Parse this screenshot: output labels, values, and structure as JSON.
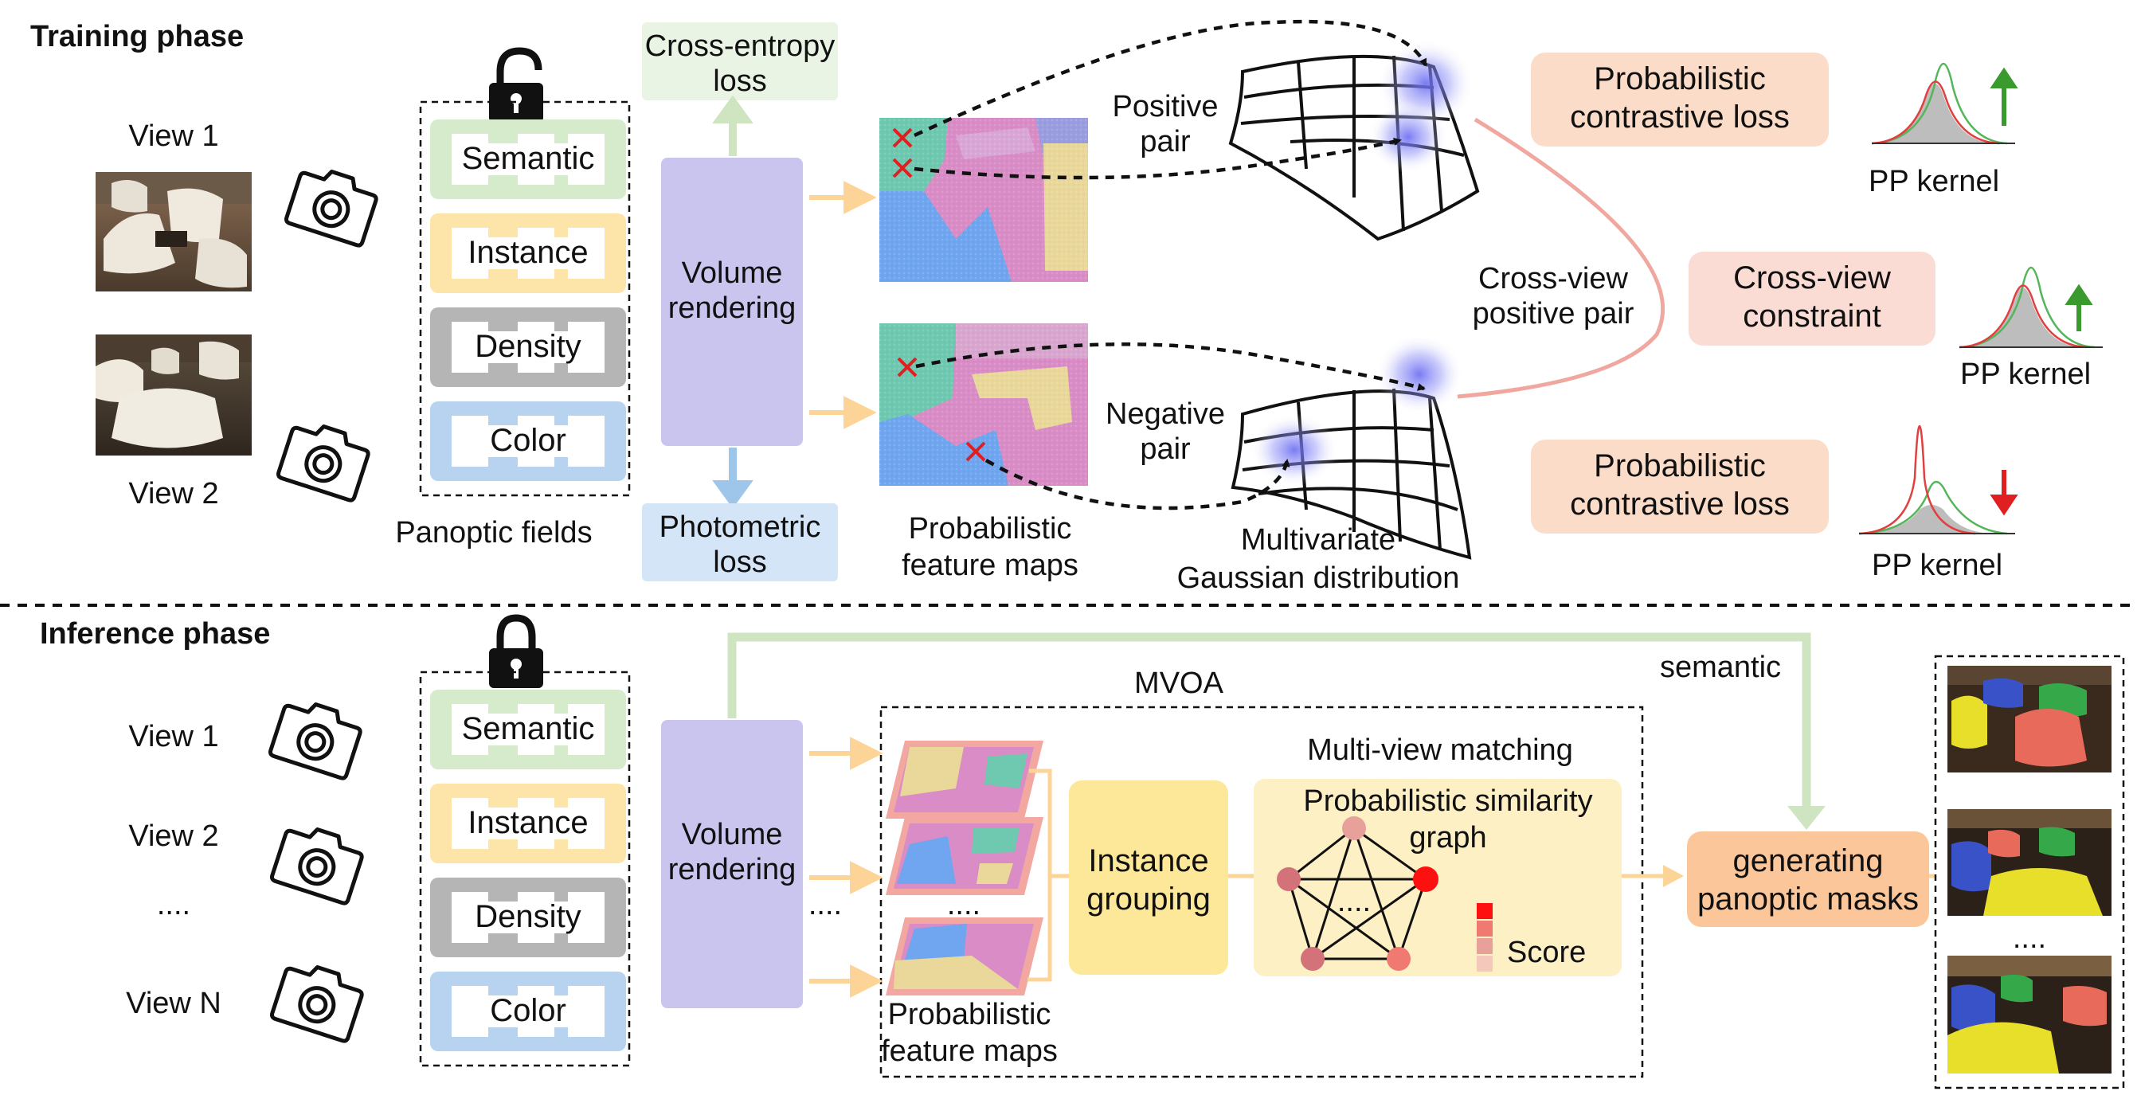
{
  "training": {
    "title": "Training phase",
    "views": [
      "View 1",
      "View 2"
    ],
    "fields": [
      "Semantic",
      "Instance",
      "Density",
      "Color"
    ],
    "fields_caption": "Panoptic fields",
    "ce_loss": [
      "Cross-entropy",
      "loss"
    ],
    "photo_loss": [
      "Photometric",
      "loss"
    ],
    "volume_rendering": [
      "Volume",
      "rendering"
    ],
    "feature_maps_caption": [
      "Probabilistic",
      "feature maps"
    ],
    "positive_pair": [
      "Positive",
      "pair"
    ],
    "negative_pair": [
      "Negative",
      "pair"
    ],
    "cross_view_pair": [
      "Cross-view",
      "positive pair"
    ],
    "gaussian_caption": [
      "Multivariate",
      "Gaussian distribution"
    ],
    "loss_boxes": [
      [
        "Probabilistic",
        "contrastive loss"
      ],
      [
        "Cross-view",
        "constraint"
      ],
      [
        "Probabilistic",
        "contrastive loss"
      ]
    ],
    "pp_kernel": [
      "PP kernel",
      "PP kernel",
      "PP kernel"
    ]
  },
  "inference": {
    "title": "Inference phase",
    "views": [
      "View 1",
      "View 2",
      "....",
      "View N"
    ],
    "fields": [
      "Semantic",
      "Instance",
      "Density",
      "Color"
    ],
    "volume_rendering": [
      "Volume",
      "rendering"
    ],
    "mvoa": "MVOA",
    "dots": "....",
    "stack_dots": "....",
    "feature_maps_caption": [
      "Probabilistic",
      "feature maps"
    ],
    "instance_grouping": [
      "Instance",
      "grouping"
    ],
    "multi_view_matching": "Multi-view matching",
    "similarity_graph": [
      "Probabilistic similarity",
      "graph"
    ],
    "graph_dots": "....",
    "score": "Score",
    "semantic": "semantic",
    "generating": [
      "generating",
      "panoptic masks"
    ],
    "output_dots": "...."
  },
  "colors": {
    "semantic": "#d5ebcc",
    "instance": "#fde4a8",
    "density": "#b5b5b5",
    "color": "#b7d3ef",
    "volume": "#c9c5ef",
    "loss_box": "#fbdcc8",
    "instance_group": "#fde89a",
    "graph_bg": "#fdf0c4",
    "generate": "#fbc79a",
    "arrow_orange": "#fdd497",
    "arrow_green": "#cfe5c2",
    "arrow_blue": "#9ec5ea",
    "cross_red": "#e02020"
  },
  "icons": [
    "lock-open-icon",
    "lock-closed-icon",
    "camera-icon",
    "arrow-up-icon",
    "arrow-down-icon",
    "cross-mark-icon"
  ]
}
